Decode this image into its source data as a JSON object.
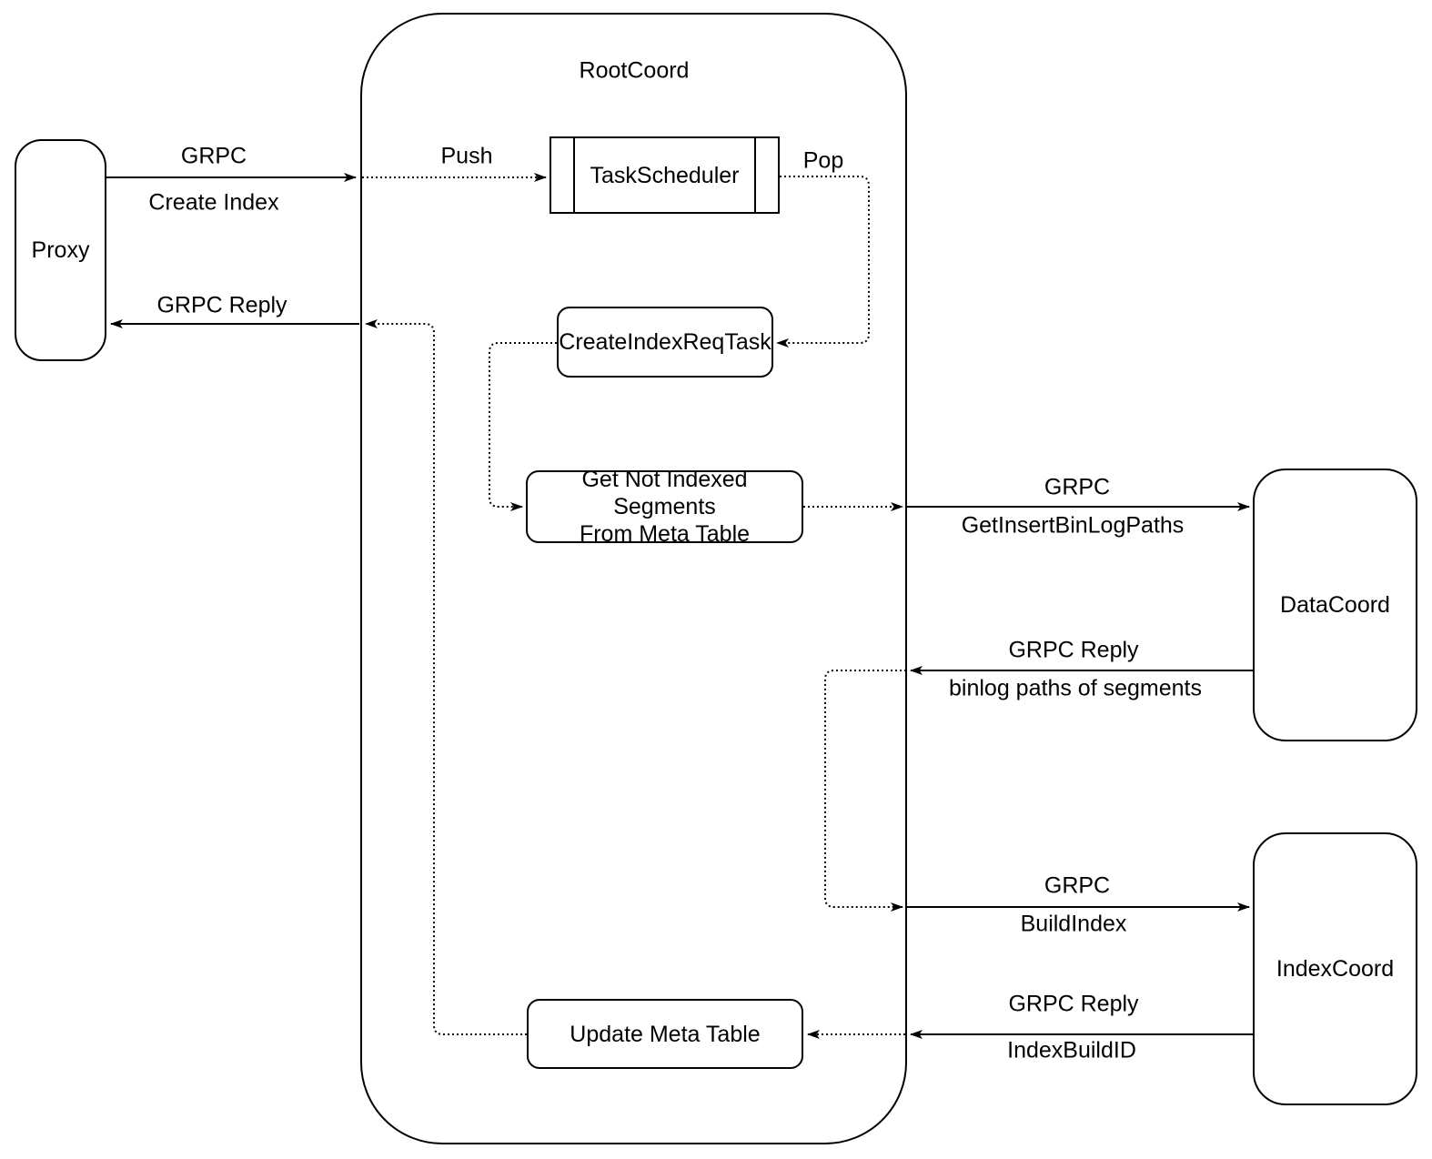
{
  "diagram": {
    "colors": {
      "stroke": "#000000",
      "text": "#000000",
      "background": "#ffffff"
    },
    "nodes": {
      "proxy": {
        "label": "Proxy"
      },
      "root_coord": {
        "label": "RootCoord"
      },
      "task_scheduler": {
        "label": "TaskScheduler"
      },
      "create_index_req_task": {
        "label": "CreateIndexReqTask"
      },
      "get_not_indexed_segments": {
        "line1": "Get Not Indexed Segments",
        "line2": "From Meta Table"
      },
      "update_meta_table": {
        "label": "Update Meta Table"
      },
      "data_coord": {
        "label": "DataCoord"
      },
      "index_coord": {
        "label": "IndexCoord"
      }
    },
    "edge_labels": {
      "create_index": {
        "line1": "GRPC",
        "line2": "Create Index"
      },
      "grpc_reply_to_proxy": {
        "line1": "GRPC Reply"
      },
      "push": {
        "line1": "Push"
      },
      "pop": {
        "line1": "Pop"
      },
      "get_insert_binlog_paths": {
        "line1": "GRPC",
        "line2": "GetInsertBinLogPaths"
      },
      "binlog_paths_reply": {
        "line1": "GRPC Reply",
        "line2": "binlog paths of segments"
      },
      "build_index": {
        "line1": "GRPC",
        "line2": "BuildIndex"
      },
      "index_build_id_reply": {
        "line1": "GRPC Reply",
        "line2": "IndexBuildID"
      }
    },
    "edges": [
      {
        "from": "Proxy",
        "to": "RootCoord",
        "style": "solid",
        "label": "GRPC Create Index"
      },
      {
        "from": "RootCoord",
        "to": "TaskScheduler",
        "style": "dotted",
        "label": "Push"
      },
      {
        "from": "TaskScheduler",
        "to": "CreateIndexReqTask",
        "style": "dotted",
        "label": "Pop"
      },
      {
        "from": "CreateIndexReqTask",
        "to": "Get Not Indexed Segments From Meta Table",
        "style": "dotted",
        "label": ""
      },
      {
        "from": "Get Not Indexed Segments From Meta Table",
        "to": "DataCoord",
        "style": "dotted-then-solid",
        "label": "GRPC GetInsertBinLogPaths"
      },
      {
        "from": "DataCoord",
        "to": "RootCoord",
        "style": "solid-then-dotted",
        "label": "GRPC Reply binlog paths of segments"
      },
      {
        "from": "RootCoord",
        "to": "IndexCoord",
        "style": "solid",
        "label": "GRPC BuildIndex"
      },
      {
        "from": "IndexCoord",
        "to": "Update Meta Table",
        "style": "solid-then-dotted",
        "label": "GRPC Reply IndexBuildID"
      },
      {
        "from": "Update Meta Table",
        "to": "Proxy",
        "style": "dotted-then-solid",
        "label": "GRPC Reply"
      }
    ]
  }
}
